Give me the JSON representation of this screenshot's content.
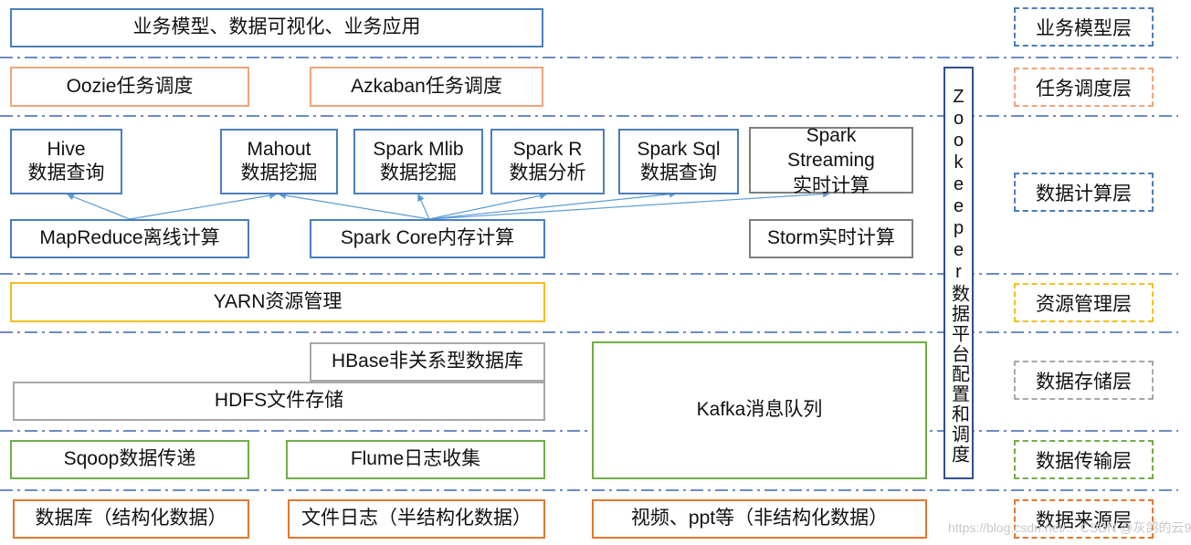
{
  "boxes": {
    "business_app": "业务模型、数据可视化、业务应用",
    "oozie": "Oozie任务调度",
    "azkaban": "Azkaban任务调度",
    "hive": "Hive\n数据查询",
    "mahout": "Mahout\n数据挖掘",
    "spark_mlib": "Spark Mlib\n数据挖掘",
    "spark_r": "Spark R\n数据分析",
    "spark_sql": "Spark Sql\n数据查询",
    "spark_streaming": "Spark\nStreaming\n实时计算",
    "mapreduce": "MapReduce离线计算",
    "spark_core": "Spark Core内存计算",
    "storm": "Storm实时计算",
    "yarn": "YARN资源管理",
    "hbase": "HBase非关系型数据库",
    "hdfs": "HDFS文件存储",
    "kafka": "Kafka消息队列",
    "sqoop": "Sqoop数据传递",
    "flume": "Flume日志收集",
    "db_source": "数据库（结构化数据）",
    "file_log": "文件日志（半结构化数据）",
    "video": "视频、ppt等（非结构化数据）"
  },
  "zookeeper": "Zookeeper数据平台配置和调度",
  "layers": {
    "business": "业务模型层",
    "schedule": "任务调度层",
    "compute": "数据计算层",
    "resource": "资源管理层",
    "storage": "数据存储层",
    "transport": "数据传输层",
    "source": "数据来源层"
  },
  "watermark": "https://blog.csdn.net/... CSDN @灰鸽的云9",
  "colors": {
    "blue": "#4a7ebb",
    "orange": "#f0a47a",
    "yellow": "#f0c020",
    "gray": "#a8a8a8",
    "green": "#70ad47",
    "dark_orange": "#e07830",
    "zookeeper": "#2f4f8f",
    "arrow": "#5b9bd5",
    "separator": "#3a66b0"
  }
}
